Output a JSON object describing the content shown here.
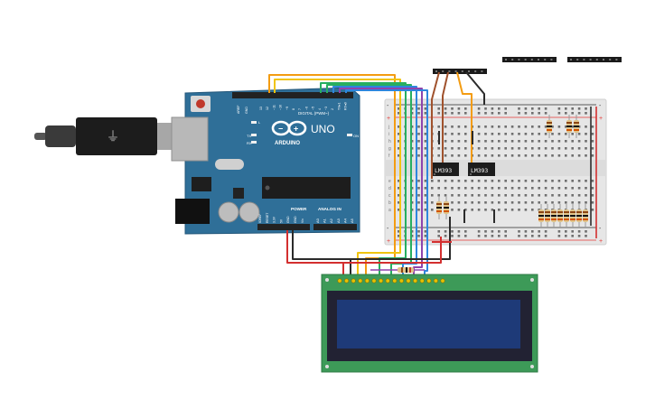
{
  "board": {
    "brand": "ARDUINO",
    "model": "UNO",
    "on_label": "ON",
    "tx_label": "TX",
    "rx_label": "RX",
    "l_label": "L",
    "aref_label": "AREF",
    "gnd_label": "GND",
    "digital_header_label": "DIGITAL (PWM~)",
    "digital_pins": [
      "13",
      "12",
      "~11",
      "~10",
      "~9",
      "8",
      "7",
      "~6",
      "~5",
      "4",
      "~3",
      "2",
      "TX▸1",
      "RX◂0"
    ],
    "power_label": "POWER",
    "power_pins": [
      "IOREF",
      "RESET",
      "3.3V",
      "5V",
      "GND",
      "GND",
      "Vin"
    ],
    "analog_label": "ANALOG IN",
    "analog_pins": [
      "A0",
      "A1",
      "A2",
      "A3",
      "A4",
      "A5"
    ]
  },
  "chips": [
    {
      "label": "LM393"
    },
    {
      "label": "LM393"
    }
  ],
  "breadboard": {
    "plus_sign": "+",
    "minus_sign": "-",
    "row_letters_top": [
      "j",
      "i",
      "h",
      "g",
      "f"
    ],
    "row_letters_bottom": [
      "e",
      "d",
      "c",
      "b",
      "a"
    ]
  },
  "colors": {
    "board_blue": "#2f6f98",
    "lcd_green": "#3d9a58",
    "lcd_screen": "#1e3a78",
    "wire_red": "#d32f2f",
    "wire_black": "#2b2b2b",
    "wire_orange": "#f39c12",
    "wire_yellow": "#f1c40f",
    "wire_green": "#27ae60",
    "wire_blue": "#2e86de",
    "wire_purple": "#8e44ad",
    "wire_brown": "#a0522d"
  }
}
